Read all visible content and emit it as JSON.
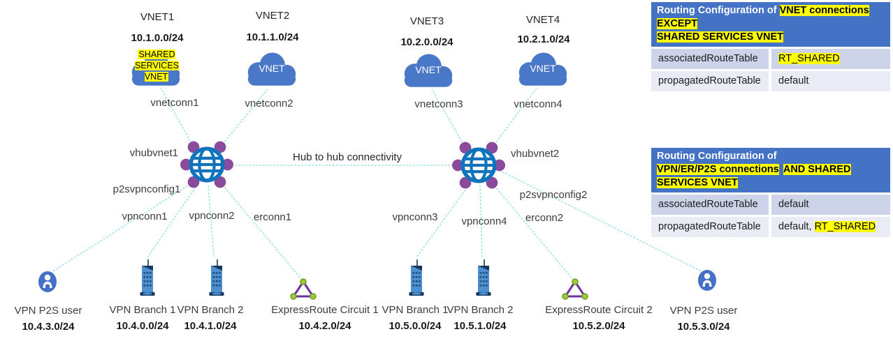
{
  "diagram": {
    "vnets": [
      {
        "title": "VNET1",
        "subnet": "10.1.0.0/24",
        "cloud_label": "SHARED SERVICES VNET",
        "conn_label": "vnetconn1"
      },
      {
        "title": "VNET2",
        "subnet": "10.1.1.0/24",
        "cloud_label": "VNET",
        "conn_label": "vnetconn2"
      },
      {
        "title": "VNET3",
        "subnet": "10.2.0.0/24",
        "cloud_label": "VNET",
        "conn_label": "vnetconn3"
      },
      {
        "title": "VNET4",
        "subnet": "10.2.1.0/24",
        "cloud_label": "VNET",
        "conn_label": "vnetconn4"
      }
    ],
    "hubs": [
      {
        "label": "vhubvnet1",
        "p2s_label": "p2svpnconfig1",
        "vpn_conn_1": "vpnconn1",
        "vpn_conn_2": "vpnconn2",
        "er_conn": "erconn1"
      },
      {
        "label": "vhubvnet2",
        "p2s_label": "p2svpnconfig2",
        "vpn_conn_1": "vpnconn3",
        "vpn_conn_2": "vpnconn4",
        "er_conn": "erconn2"
      }
    ],
    "hub_to_hub_label": "Hub to hub connectivity",
    "endpoints": [
      {
        "type": "p2s-user",
        "label": "VPN P2S user",
        "subnet": "10.4.3.0/24"
      },
      {
        "type": "vpn-branch",
        "label": "VPN Branch 1",
        "subnet": "10.4.0.0/24"
      },
      {
        "type": "vpn-branch",
        "label": "VPN Branch 2",
        "subnet": "10.4.1.0/24"
      },
      {
        "type": "expressroute",
        "label": "ExpressRoute Circuit 1",
        "subnet": "10.4.2.0/24"
      },
      {
        "type": "vpn-branch",
        "label": "VPN Branch 1",
        "subnet": "10.5.0.0/24"
      },
      {
        "type": "vpn-branch",
        "label": "VPN Branch 2",
        "subnet": "10.5.1.0/24"
      },
      {
        "type": "expressroute",
        "label": "ExpressRoute Circuit 2",
        "subnet": "10.5.2.0/24"
      },
      {
        "type": "p2s-user",
        "label": "VPN P2S user",
        "subnet": "10.5.3.0/24"
      }
    ]
  },
  "tables": [
    {
      "title_plain": "Routing Configuration of",
      "title_hl1": "VNET connections  EXCEPT",
      "title_hl2": "SHARED SERVICES VNET",
      "rows": [
        {
          "key": "associatedRouteTable",
          "value_plain": "",
          "value_hl": "RT_SHARED"
        },
        {
          "key": "propagatedRouteTable",
          "value_plain": "default",
          "value_hl": ""
        }
      ]
    },
    {
      "title_plain": "Routing Configuration of",
      "title_hl1": "VPN/ER/P2S connections",
      "title_hl2": "AND  SHARED  SERVICES  VNET",
      "rows": [
        {
          "key": "associatedRouteTable",
          "value_plain": "default",
          "value_hl": ""
        },
        {
          "key": "propagatedRouteTable",
          "value_plain": "default, ",
          "value_hl": "RT_SHARED"
        }
      ]
    }
  ],
  "colors": {
    "table_header_bg": "#4472C4",
    "highlight": "#FFFF00",
    "row_odd_bg": "#CDD4EA",
    "row_even_bg": "#E9EBF5",
    "cloud_blue": "#4A78C8",
    "hub_globe_blue": "#1173BC",
    "hub_dot_purple": "#8A4B9D",
    "connector_line": "#8FDFE2",
    "branch_body_blue": "#4E8FD0",
    "branch_dark_navy": "#17375E",
    "er_triangle_purple": "#7030A0",
    "er_node_green": "#9BCB3B",
    "p2s_user_blue": "#4470C8"
  }
}
